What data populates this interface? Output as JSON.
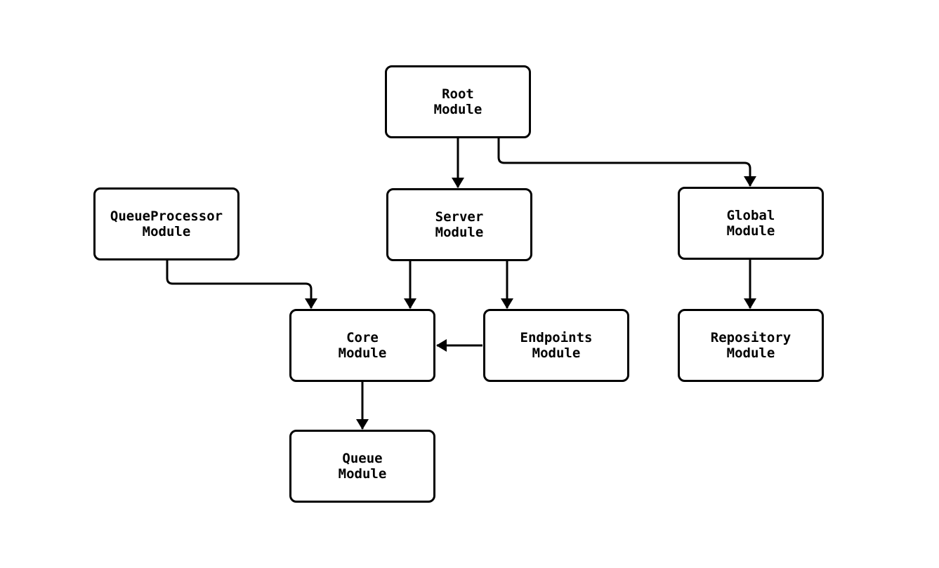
{
  "diagram": {
    "type": "flowchart",
    "direction": "top-down",
    "background_color": "#ffffff",
    "node_fill_color": "#ffffff",
    "node_border_color": "#000000",
    "edge_color": "#000000",
    "text_color": "#000000",
    "nodes": [
      {
        "id": "root",
        "label": "Root\nModule"
      },
      {
        "id": "queueprocessor",
        "label": "QueueProcessor\nModule"
      },
      {
        "id": "server",
        "label": "Server\nModule"
      },
      {
        "id": "global",
        "label": "Global\nModule"
      },
      {
        "id": "core",
        "label": "Core\nModule"
      },
      {
        "id": "endpoints",
        "label": "Endpoints\nModule"
      },
      {
        "id": "repository",
        "label": "Repository\nModule"
      },
      {
        "id": "queue",
        "label": "Queue\nModule"
      }
    ],
    "edges": [
      {
        "from": "root",
        "to": "server",
        "arrow": "filled-triangle"
      },
      {
        "from": "root",
        "to": "global",
        "arrow": "filled-triangle"
      },
      {
        "from": "queueprocessor",
        "to": "core",
        "arrow": "filled-triangle"
      },
      {
        "from": "server",
        "to": "core",
        "arrow": "filled-triangle"
      },
      {
        "from": "server",
        "to": "endpoints",
        "arrow": "filled-triangle"
      },
      {
        "from": "endpoints",
        "to": "core",
        "arrow": "filled-triangle"
      },
      {
        "from": "global",
        "to": "repository",
        "arrow": "filled-triangle"
      },
      {
        "from": "core",
        "to": "queue",
        "arrow": "filled-triangle"
      }
    ]
  }
}
